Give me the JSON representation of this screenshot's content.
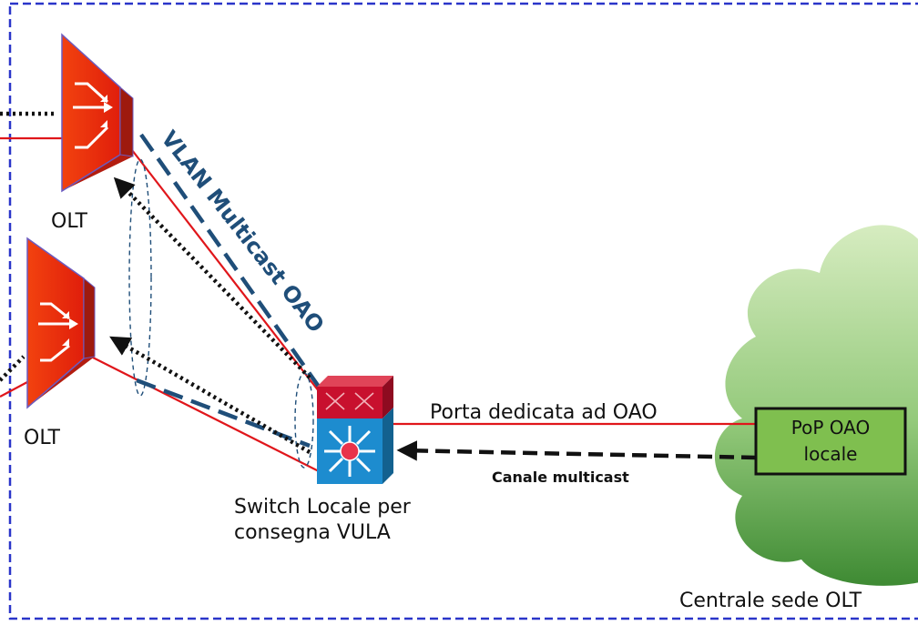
{
  "labels": {
    "olt_top": "OLT",
    "olt_bottom": "OLT",
    "vlan": "VLAN Multicast OAO",
    "porta": "Porta dedicata ad OAO",
    "pop_line1": "PoP OAO",
    "pop_line2": "locale",
    "canale": "Canale multicast",
    "switch_line1": "Switch Locale per",
    "switch_line2": "consegna VULA",
    "centrale": "Centrale sede OLT"
  },
  "colors": {
    "border_dash": "#2a35c9",
    "link_red": "#e0161b",
    "vlan_dash": "#1f4e79",
    "olt_fill": "#ee2b0c",
    "olt_edge": "#6b5bc0",
    "switch_top": "#c8102e",
    "switch_body": "#1d8ccf",
    "cloud_light": "#cde6b4",
    "cloud_dark": "#3f8a33",
    "pop_fill": "#7fbf4f"
  }
}
